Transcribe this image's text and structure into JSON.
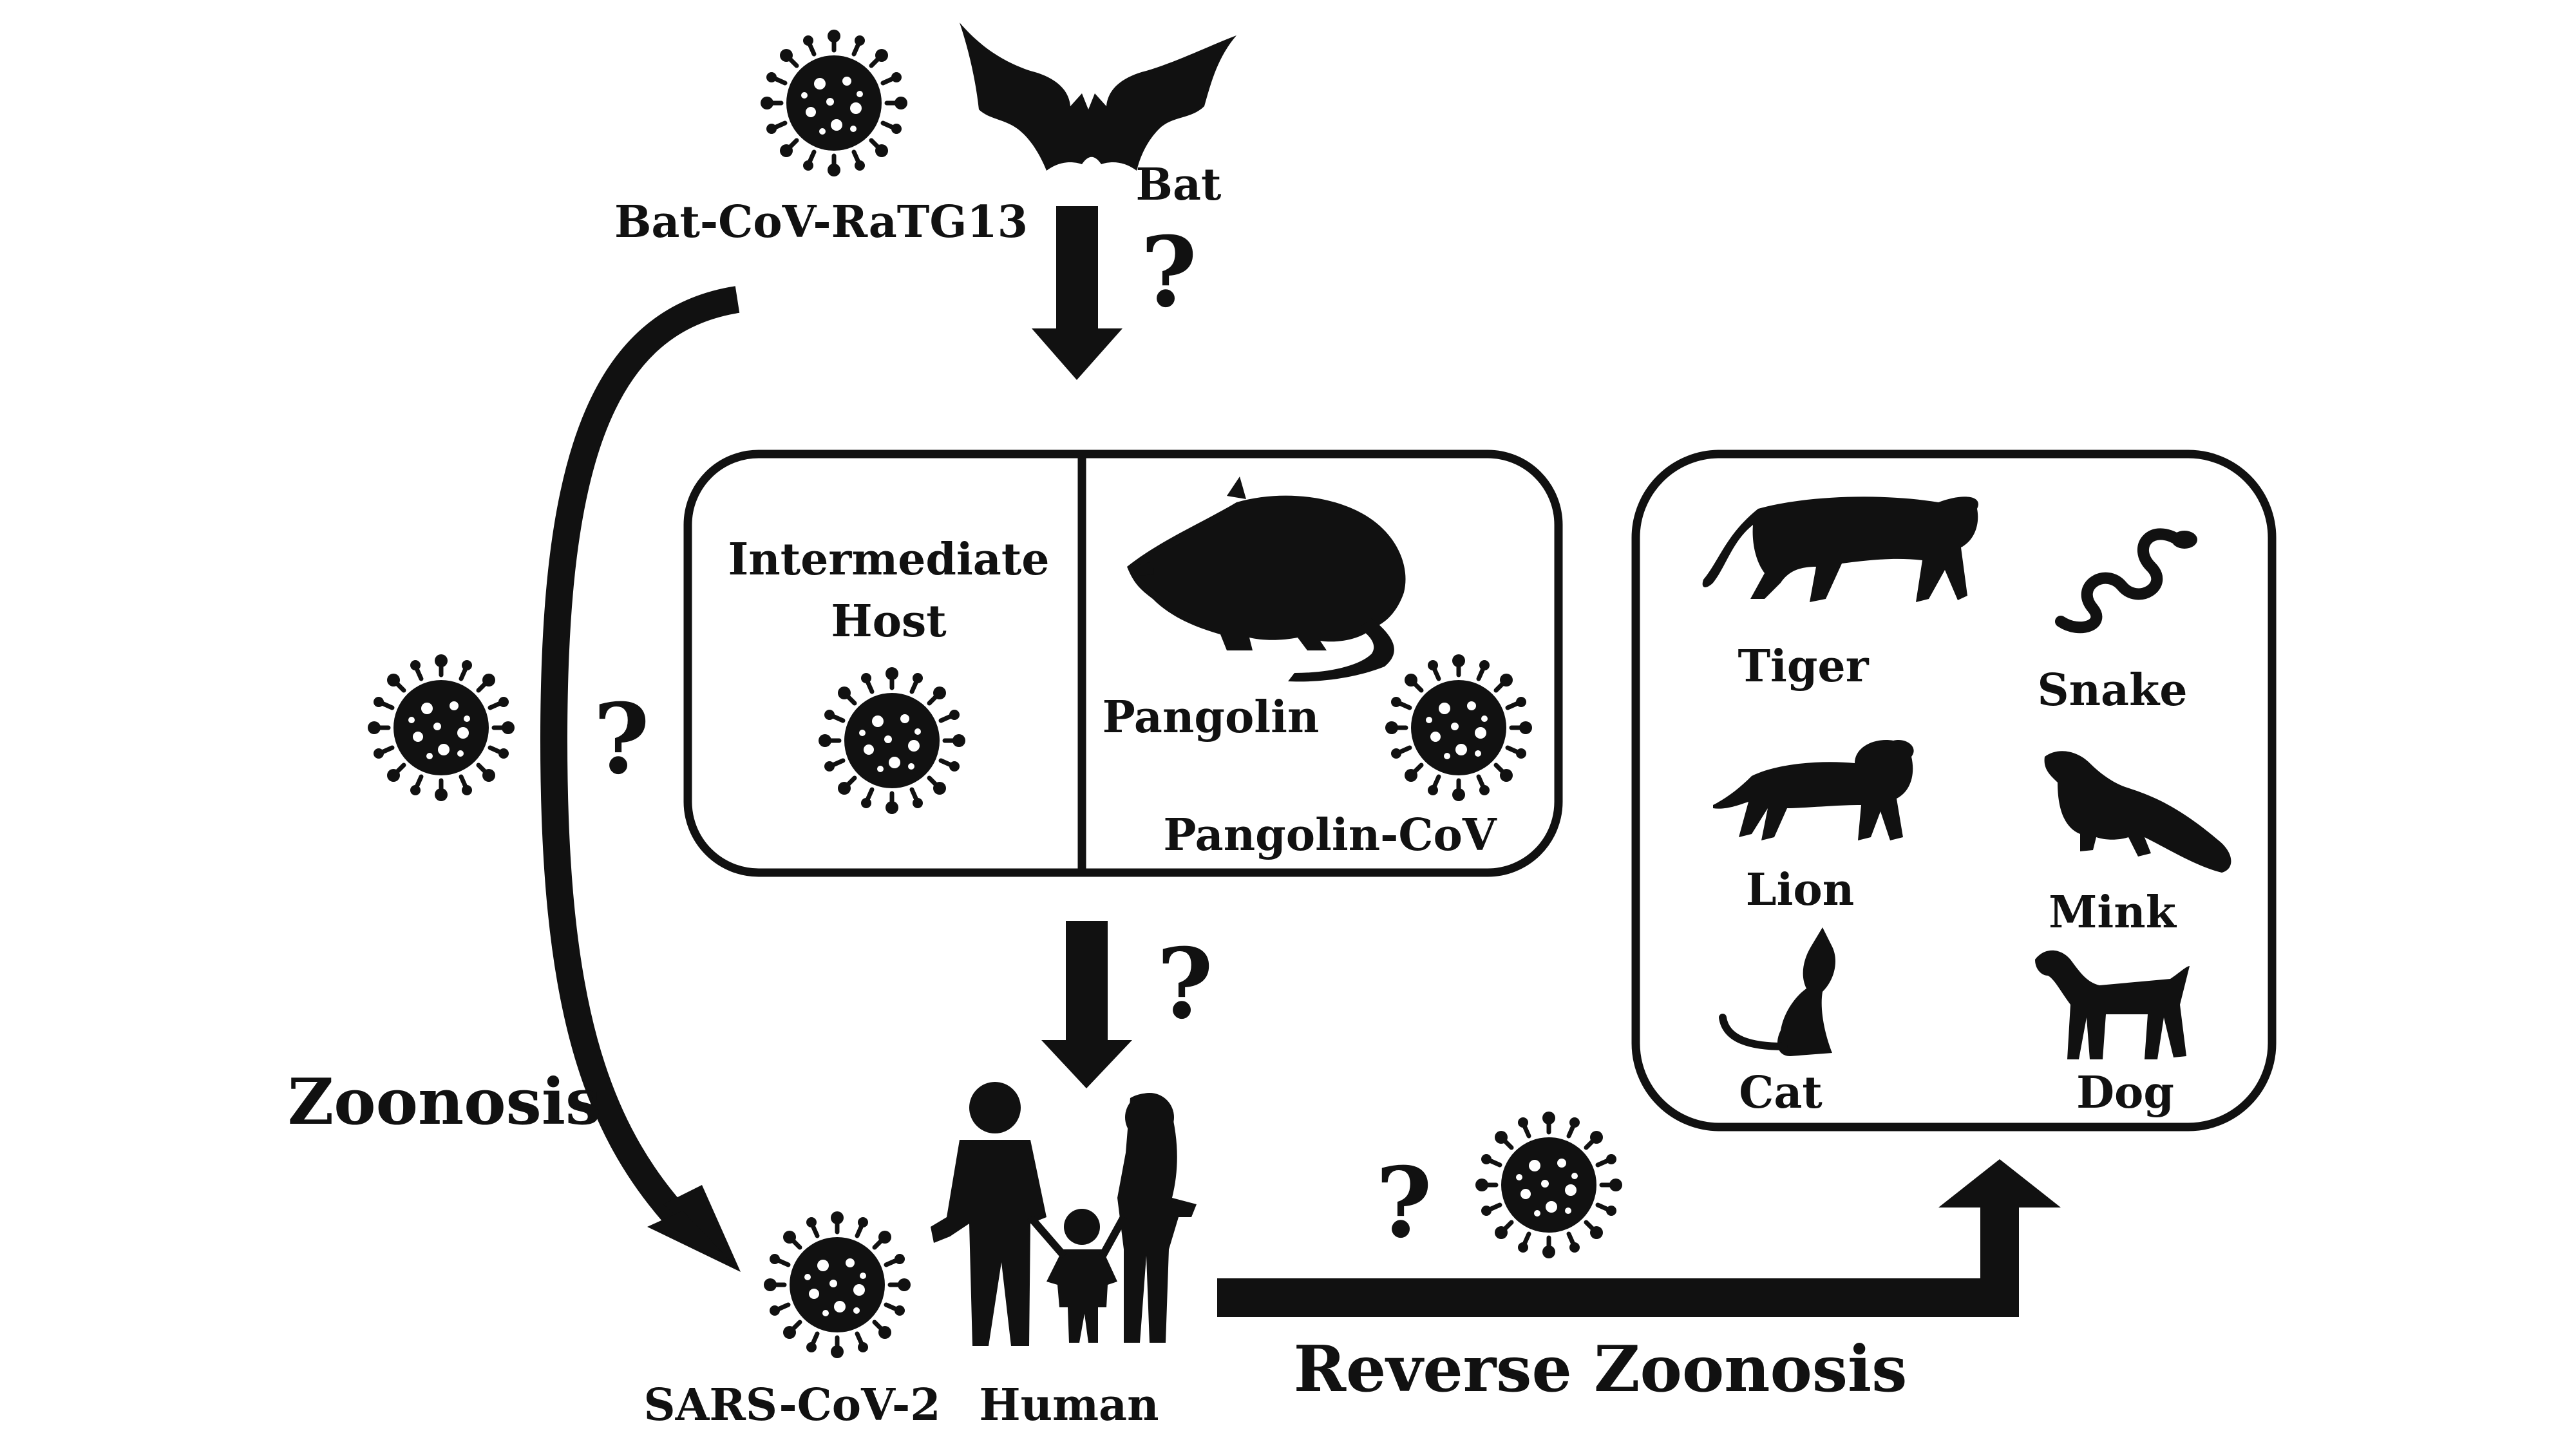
{
  "labels": {
    "bat_cov": "Bat-CoV-RaTG13",
    "bat": "Bat",
    "intermediate_host_line1": "Intermediate",
    "intermediate_host_line2": "Host",
    "pangolin": "Pangolin",
    "pangolin_cov": "Pangolin-CoV",
    "zoonosis": "Zoonosis",
    "sars_cov_2": "SARS-CoV-2",
    "human": "Human",
    "reverse_zoonosis": "Reverse Zoonosis",
    "question_mark": "?"
  },
  "animals": [
    {
      "name": "Tiger",
      "icon": "tiger-icon"
    },
    {
      "name": "Snake",
      "icon": "snake-icon"
    },
    {
      "name": "Lion",
      "icon": "lion-icon"
    },
    {
      "name": "Mink",
      "icon": "mink-icon"
    },
    {
      "name": "Cat",
      "icon": "cat-icon"
    },
    {
      "name": "Dog",
      "icon": "dog-icon"
    }
  ],
  "colors": {
    "foreground": "#111111",
    "background": "#ffffff"
  }
}
